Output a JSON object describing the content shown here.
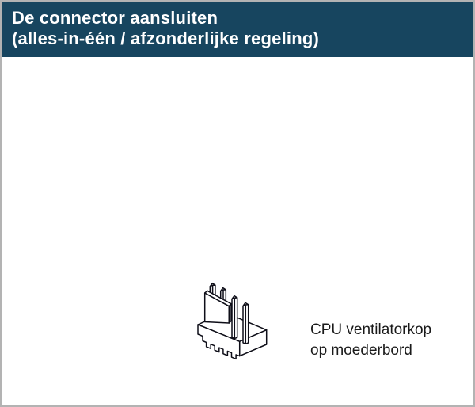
{
  "header": {
    "title_line1": "De connector aansluiten",
    "title_line2": "(alles-in-één / afzonderlijke regeling)",
    "background_color": "#17455f",
    "text_color": "#ffffff"
  },
  "content": {
    "illustration": {
      "name": "cpu-fan-header-connector",
      "description": "isometric line drawing of a 4-pin CPU fan header on a motherboard"
    },
    "caption": {
      "line1": "CPU ventilatorkop",
      "line2": "op moederbord"
    }
  },
  "colors": {
    "line_art": "#0e0e18",
    "frame_border": "#b3b3b3",
    "background": "#ffffff",
    "caption_text": "#1a1a1a"
  }
}
